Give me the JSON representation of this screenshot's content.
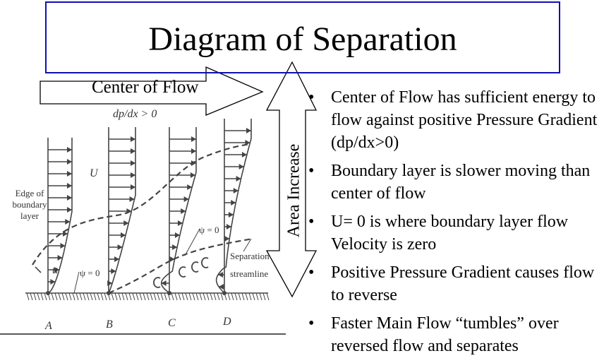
{
  "title": "Diagram of Separation",
  "flow_arrow_label": "Center of Flow",
  "area_arrow_label": "Area Increase",
  "bullets": [
    "Center of Flow has sufficient energy to flow against positive Pressure Gradient (dp/dx>0)",
    "Boundary layer is slower moving than center of flow",
    "U= 0 is where boundary layer flow Velocity is zero",
    "Positive Pressure Gradient causes flow to reverse",
    "Faster Main Flow “tumbles” over reversed flow and separates"
  ],
  "figure": {
    "pressure_gradient": "dp/dx > 0",
    "freestream_label": "U",
    "velocity_label": "u",
    "edge_label": [
      "Edge of",
      "boundary",
      "layer"
    ],
    "psi_label": "ψ = 0",
    "separation_label": [
      "Separation",
      "streamline"
    ],
    "stations": [
      "A",
      "B",
      "C",
      "D"
    ]
  }
}
